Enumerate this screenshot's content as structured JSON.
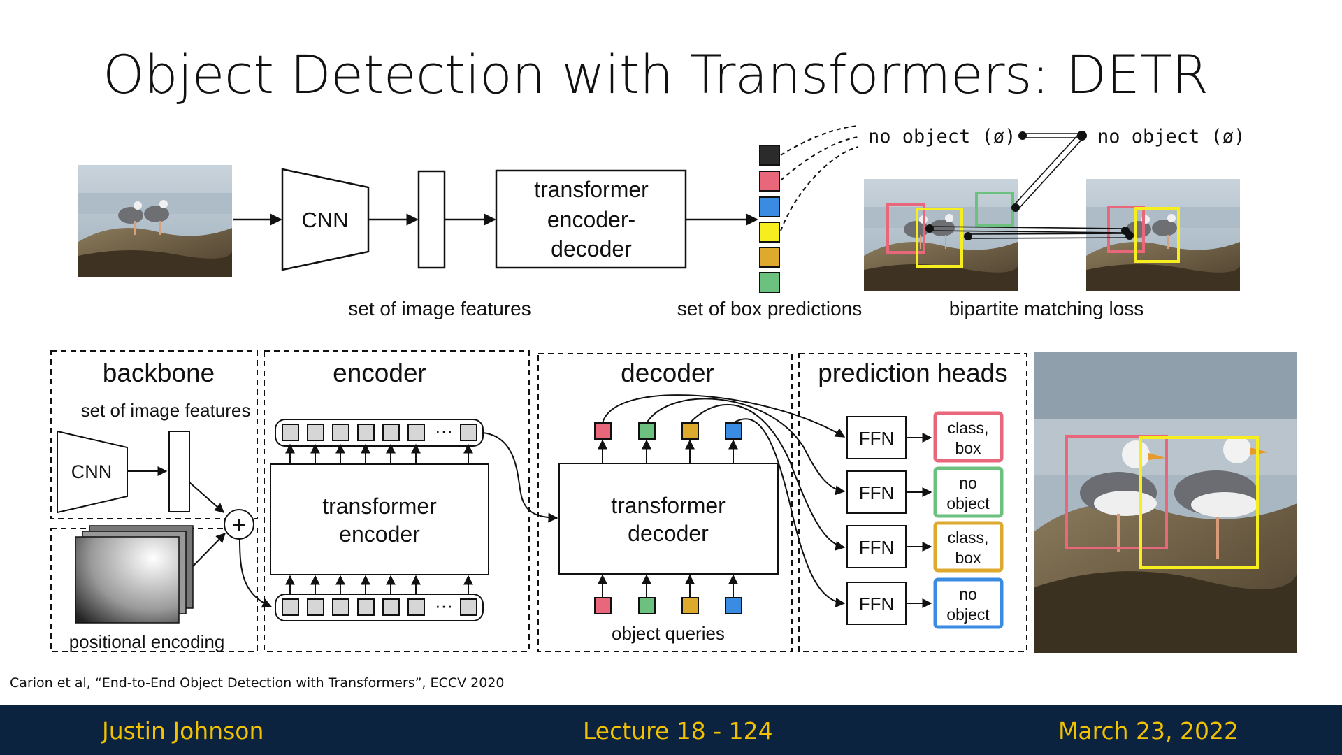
{
  "slide": {
    "title": "Object Detection with Transformers: DETR",
    "citation": "Carion et al, “End-to-End Object Detection with Transformers”, ECCV 2020"
  },
  "footer": {
    "author": "Justin Johnson",
    "lecture": "Lecture 18 -  124",
    "date": "March 23, 2022"
  },
  "top_pipeline": {
    "cnn_label": "CNN",
    "transformer_lines": [
      "transformer",
      "encoder-",
      "decoder"
    ],
    "features_caption": "set of image features",
    "predictions_caption": "set of box predictions",
    "matching_caption": "bipartite matching loss",
    "no_object_left": "no object (ø)",
    "no_object_right": "no object (ø)"
  },
  "bottom": {
    "backbone_title": "backbone",
    "backbone_features": "set of image features",
    "cnn_label": "CNN",
    "positional_encoding": "positional encoding",
    "plus_symbol": "+",
    "encoder_title": "encoder",
    "encoder_lines": [
      "transformer",
      "encoder"
    ],
    "ellipsis": "···",
    "decoder_title": "decoder",
    "decoder_lines": [
      "transformer",
      "decoder"
    ],
    "object_queries": "object queries",
    "heads_title": "prediction heads",
    "ffn_label": "FFN",
    "head_outputs": [
      {
        "lines": [
          "class,",
          "box"
        ]
      },
      {
        "lines": [
          "no",
          "object"
        ]
      },
      {
        "lines": [
          "class,",
          "box"
        ]
      },
      {
        "lines": [
          "no",
          "object"
        ]
      }
    ]
  },
  "colors": {
    "red": "#e8677a",
    "green": "#6cc17f",
    "blue": "#3a8ce3",
    "yellow": "#f6ee1e",
    "gold": "#deaa2e",
    "dark": "#2b2b2b",
    "token_gray": "#d6d6d6",
    "footer_bg": "#0c2340",
    "footer_text": "#f2c200"
  }
}
